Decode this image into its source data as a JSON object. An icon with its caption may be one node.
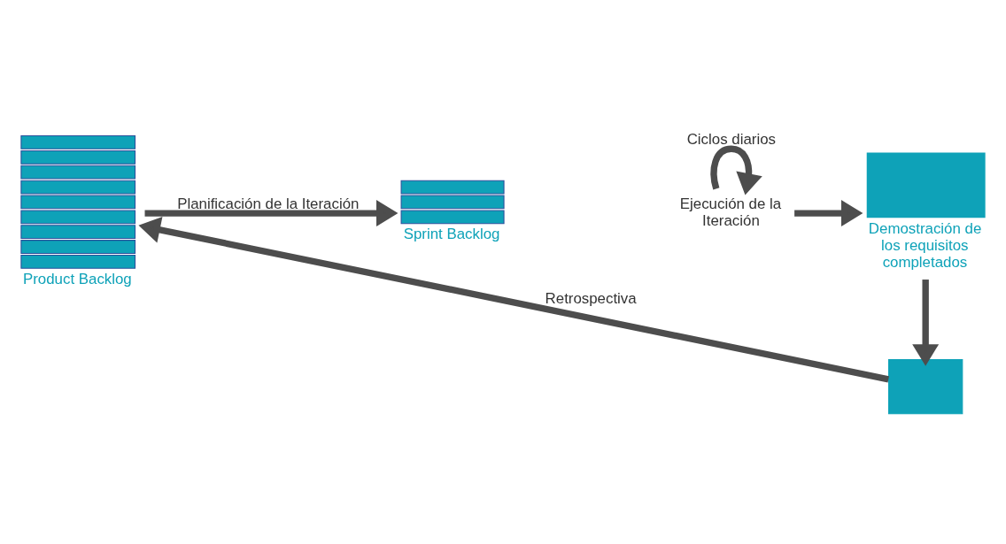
{
  "diagram": {
    "nodes": [
      {
        "text": [
          "Product Backlog"
        ]
      },
      {
        "text": [
          "Sprint Backlog"
        ]
      },
      {
        "text": [
          "Ejecución de la Iteración"
        ]
      },
      {
        "text": [
          "Demostración de los requisitos completados"
        ]
      },
      {
        "text": [],
        "shape": "box"
      }
    ],
    "edges": [
      {
        "from": 0,
        "to": 1,
        "arrow": "to",
        "label": "Planificación de la Iteración"
      },
      {
        "from": 2,
        "to": 2,
        "arrow": "to",
        "label": "Ciclos diarios"
      },
      {
        "from": 2,
        "to": 3,
        "arrow": "to"
      },
      {
        "from": 3,
        "to": 4,
        "arrow": "to"
      },
      {
        "from": 4,
        "to": 0,
        "arrow": "to",
        "label": "Retrospectiva"
      }
    ]
  }
}
